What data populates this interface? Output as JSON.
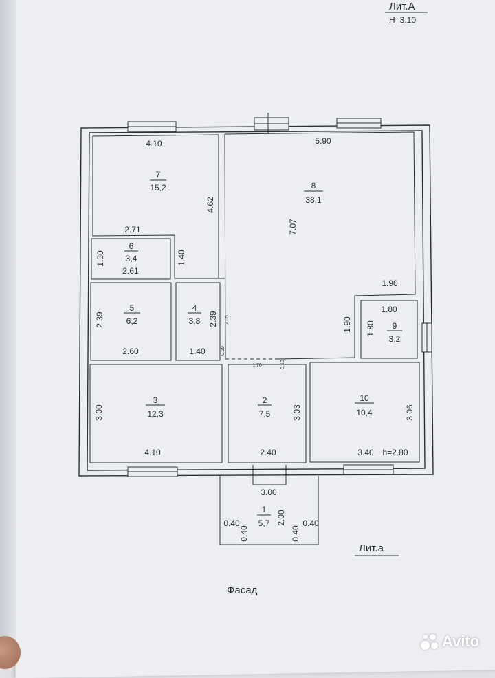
{
  "header": {
    "liter": "Лит.А",
    "height": "H=3.10"
  },
  "rooms": [
    {
      "num": "7",
      "area": "15,2"
    },
    {
      "num": "8",
      "area": "38,1"
    },
    {
      "num": "6",
      "area": "3,4"
    },
    {
      "num": "5",
      "area": "6,2"
    },
    {
      "num": "4",
      "area": "3,8"
    },
    {
      "num": "9",
      "area": "3,2"
    },
    {
      "num": "3",
      "area": "12,3"
    },
    {
      "num": "2",
      "area": "7,5"
    },
    {
      "num": "10",
      "area": "10,4"
    },
    {
      "num": "1",
      "area": "5,7"
    }
  ],
  "dims": {
    "r7_top": "4.10",
    "r7_bottom": "2.71",
    "r7_right": "4.62",
    "r8_top": "5.90",
    "r8_right": "7.07",
    "r8_bottom": "1.90",
    "r6_left": "1.30",
    "r6_bottom": "2.61",
    "r6_right": "1.40",
    "r5_left": "2.39",
    "r5_bottom": "2.60",
    "r4_right": "2.39",
    "r4_bottom": "1.40",
    "corr_width": "2.05",
    "corr_gap": "0.20",
    "r9_top": "1.80",
    "r9_left": "1.80",
    "r9_ext": "1.90",
    "r3_left": "3.00",
    "r3_bottom": "4.10",
    "r2_right": "3.03",
    "r2_bottom": "2.40",
    "r2_dash": "1.78",
    "r2_gap": "0.10",
    "r10_right": "3.06",
    "r10_bottom": "3.40",
    "r10_height": "h=2.80",
    "porch_top": "3.00",
    "porch_side": "2.00",
    "porch_l1": "0.40",
    "porch_l2": "0.40",
    "porch_r1": "0.40",
    "porch_r2": "0.40"
  },
  "labels": {
    "liter_small": "Лит.а",
    "facade": "Фасад"
  },
  "watermark": {
    "brand": "Avito"
  }
}
